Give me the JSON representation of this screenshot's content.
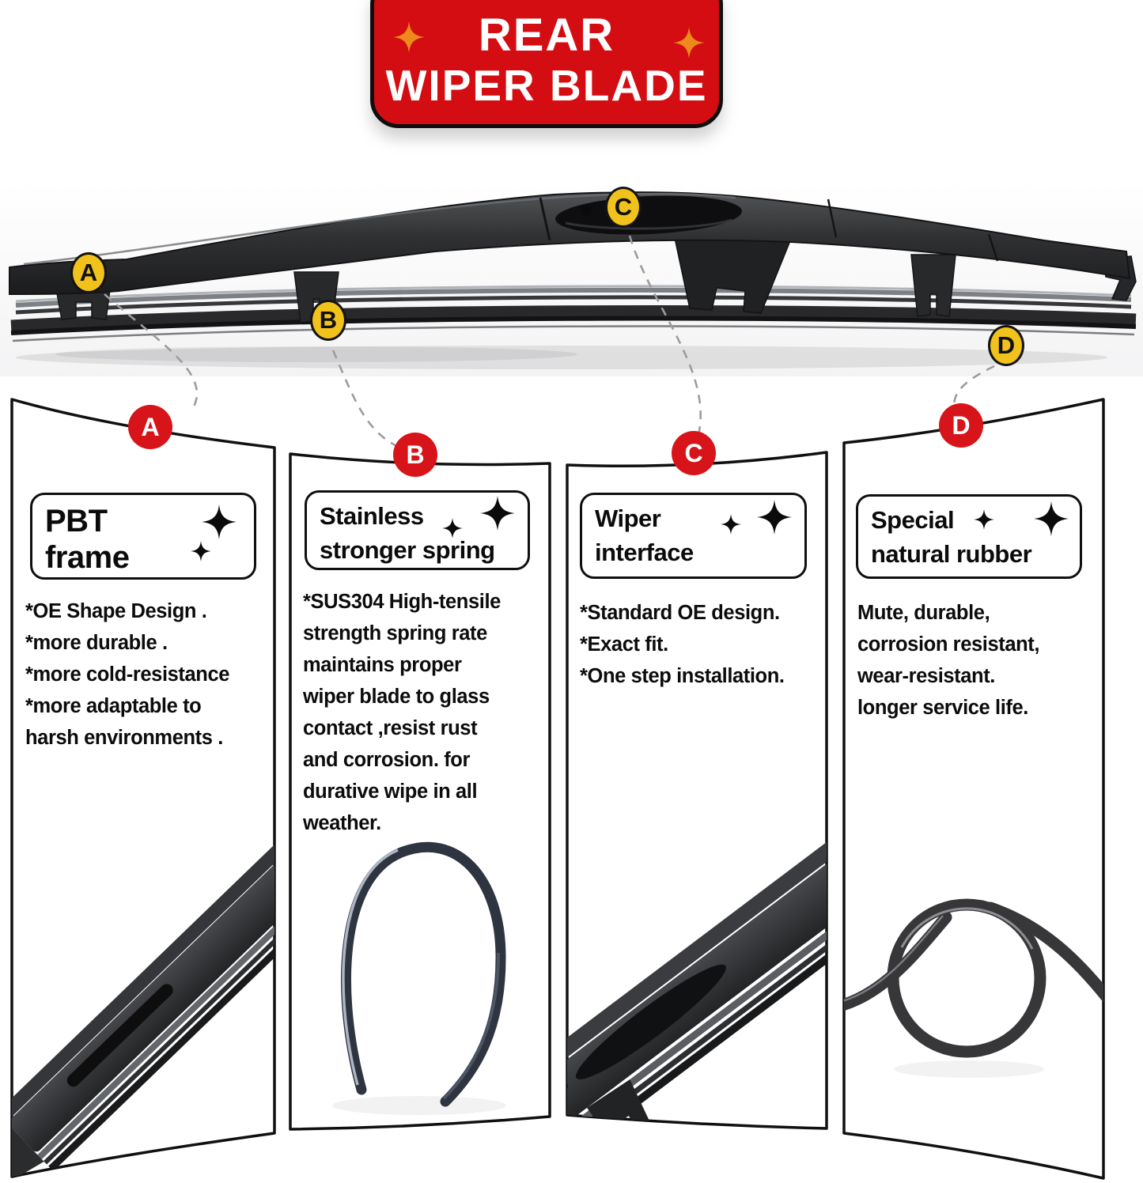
{
  "banner": {
    "line1": "REAR",
    "line2": "WIPER BLADE"
  },
  "callouts": {
    "a": "A",
    "b": "B",
    "c": "C",
    "d": "D"
  },
  "panels": {
    "a": {
      "badge": "A",
      "title1": "PBT",
      "title2": "frame",
      "lines": [
        "*OE Shape Design .",
        "*more durable .",
        "*more cold-resistance",
        "*more adaptable to",
        "harsh environments ."
      ]
    },
    "b": {
      "badge": "B",
      "title1": "Stainless",
      "title2": "stronger spring",
      "lines": [
        "*SUS304 High-tensile",
        "strength spring rate",
        "maintains proper",
        "wiper blade to glass",
        "contact ,resist rust",
        "and corrosion. for",
        "durative wipe in all",
        "weather."
      ]
    },
    "c": {
      "badge": "C",
      "title1": "Wiper",
      "title2": "interface",
      "lines": [
        "*Standard OE design.",
        "*Exact fit.",
        "*One step installation."
      ]
    },
    "d": {
      "badge": "D",
      "title1": "Special",
      "title2": "natural rubber",
      "lines": [
        "Mute, durable,",
        "corrosion resistant,",
        "wear-resistant.",
        "longer service life."
      ]
    }
  },
  "colors": {
    "banner_red": "#d40d12",
    "badge_red": "#d7141a",
    "callout_yellow": "#f2c21c",
    "sparkle_orange": "#ee8a1c",
    "outline_black": "#101010",
    "blade_dark": "#2c2d2f"
  },
  "icons": {
    "sparkle": "sparkle-icon"
  }
}
